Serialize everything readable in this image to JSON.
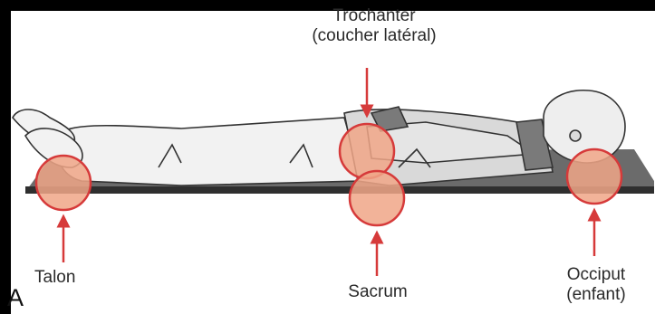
{
  "panel_letter": "A",
  "labels": {
    "trochanter": {
      "line1": "Trochanter",
      "line2": "(coucher latéral)"
    },
    "talon": "Talon",
    "sacrum": "Sacrum",
    "occiput": {
      "line1": "Occiput",
      "line2": "(enfant)"
    }
  },
  "colors": {
    "pressure_zone_fill": "#f0a687",
    "pressure_zone_stroke": "#d63a3a",
    "arrow": "#d63a3a",
    "table": "#4a4a4a",
    "skin": "#eeeeee",
    "outline": "#333333"
  }
}
